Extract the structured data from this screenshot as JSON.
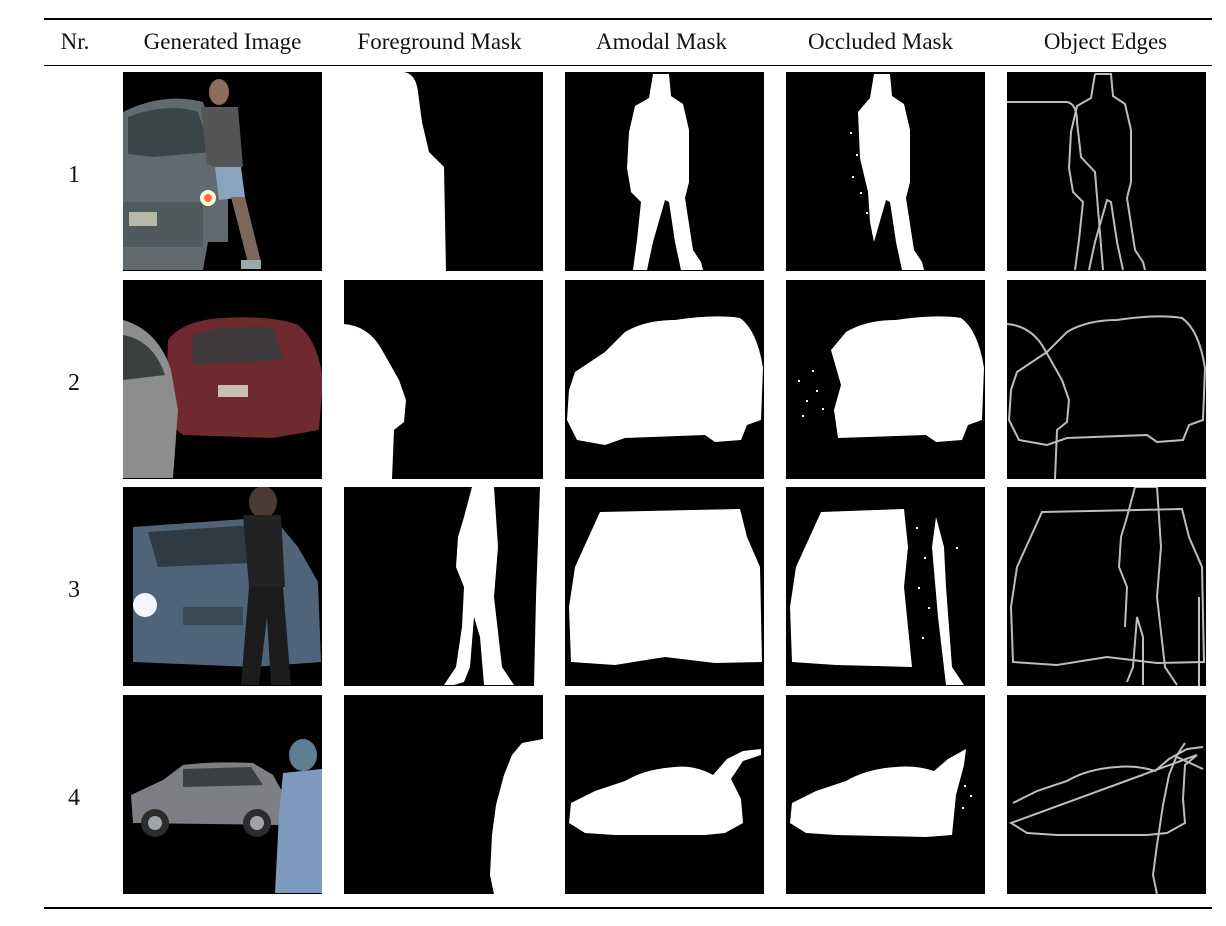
{
  "columns": [
    "Nr.",
    "Generated Image",
    "Foreground Mask",
    "Amodal Mask",
    "Occluded Mask",
    "Object Edges"
  ],
  "rows": [
    {
      "nr": "1",
      "generated_image": "car and pedestrian (person occluded by car)",
      "foreground_mask": "car silhouette",
      "amodal_mask": "person silhouette",
      "occluded_mask": "partially occluded person",
      "object_edges": "car and person contours"
    },
    {
      "nr": "2",
      "generated_image": "silver car in front of red car",
      "foreground_mask": "silver car silhouette",
      "amodal_mask": "red car silhouette",
      "occluded_mask": "partially occluded red car",
      "object_edges": "both car contours"
    },
    {
      "nr": "3",
      "generated_image": "person standing in front of blue car",
      "foreground_mask": "person silhouette",
      "amodal_mask": "blue car silhouette",
      "occluded_mask": "partially occluded car",
      "object_edges": "car and person contours"
    },
    {
      "nr": "4",
      "generated_image": "person standing beside gray SUV",
      "foreground_mask": "person silhouette",
      "amodal_mask": "SUV silhouette",
      "occluded_mask": "partially occluded SUV",
      "object_edges": "SUV and person contours"
    }
  ],
  "colors": {
    "mask_bg": "#000000",
    "mask_fg": "#ffffff",
    "edge": "#bdbdbd",
    "rule": "#000000"
  }
}
